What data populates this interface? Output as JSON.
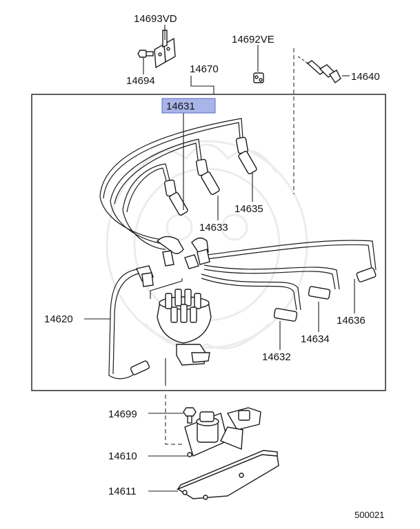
{
  "labels": {
    "p14693vd": "14693VD",
    "p14694": "14694",
    "p14692ve": "14692VE",
    "p14670": "14670",
    "p14640": "14640",
    "p14631": "14631",
    "p14635": "14635",
    "p14633": "14633",
    "p14620": "14620",
    "p14636": "14636",
    "p14634": "14634",
    "p14632": "14632",
    "p14699": "14699",
    "p14610": "14610",
    "p14611": "14611"
  },
  "diagram_code": "500021",
  "colors": {
    "highlight_fill": "#a9b4e8",
    "highlight_border": "#5a6bc4",
    "line": "#1a1a1a",
    "watermark": "#ececec"
  }
}
